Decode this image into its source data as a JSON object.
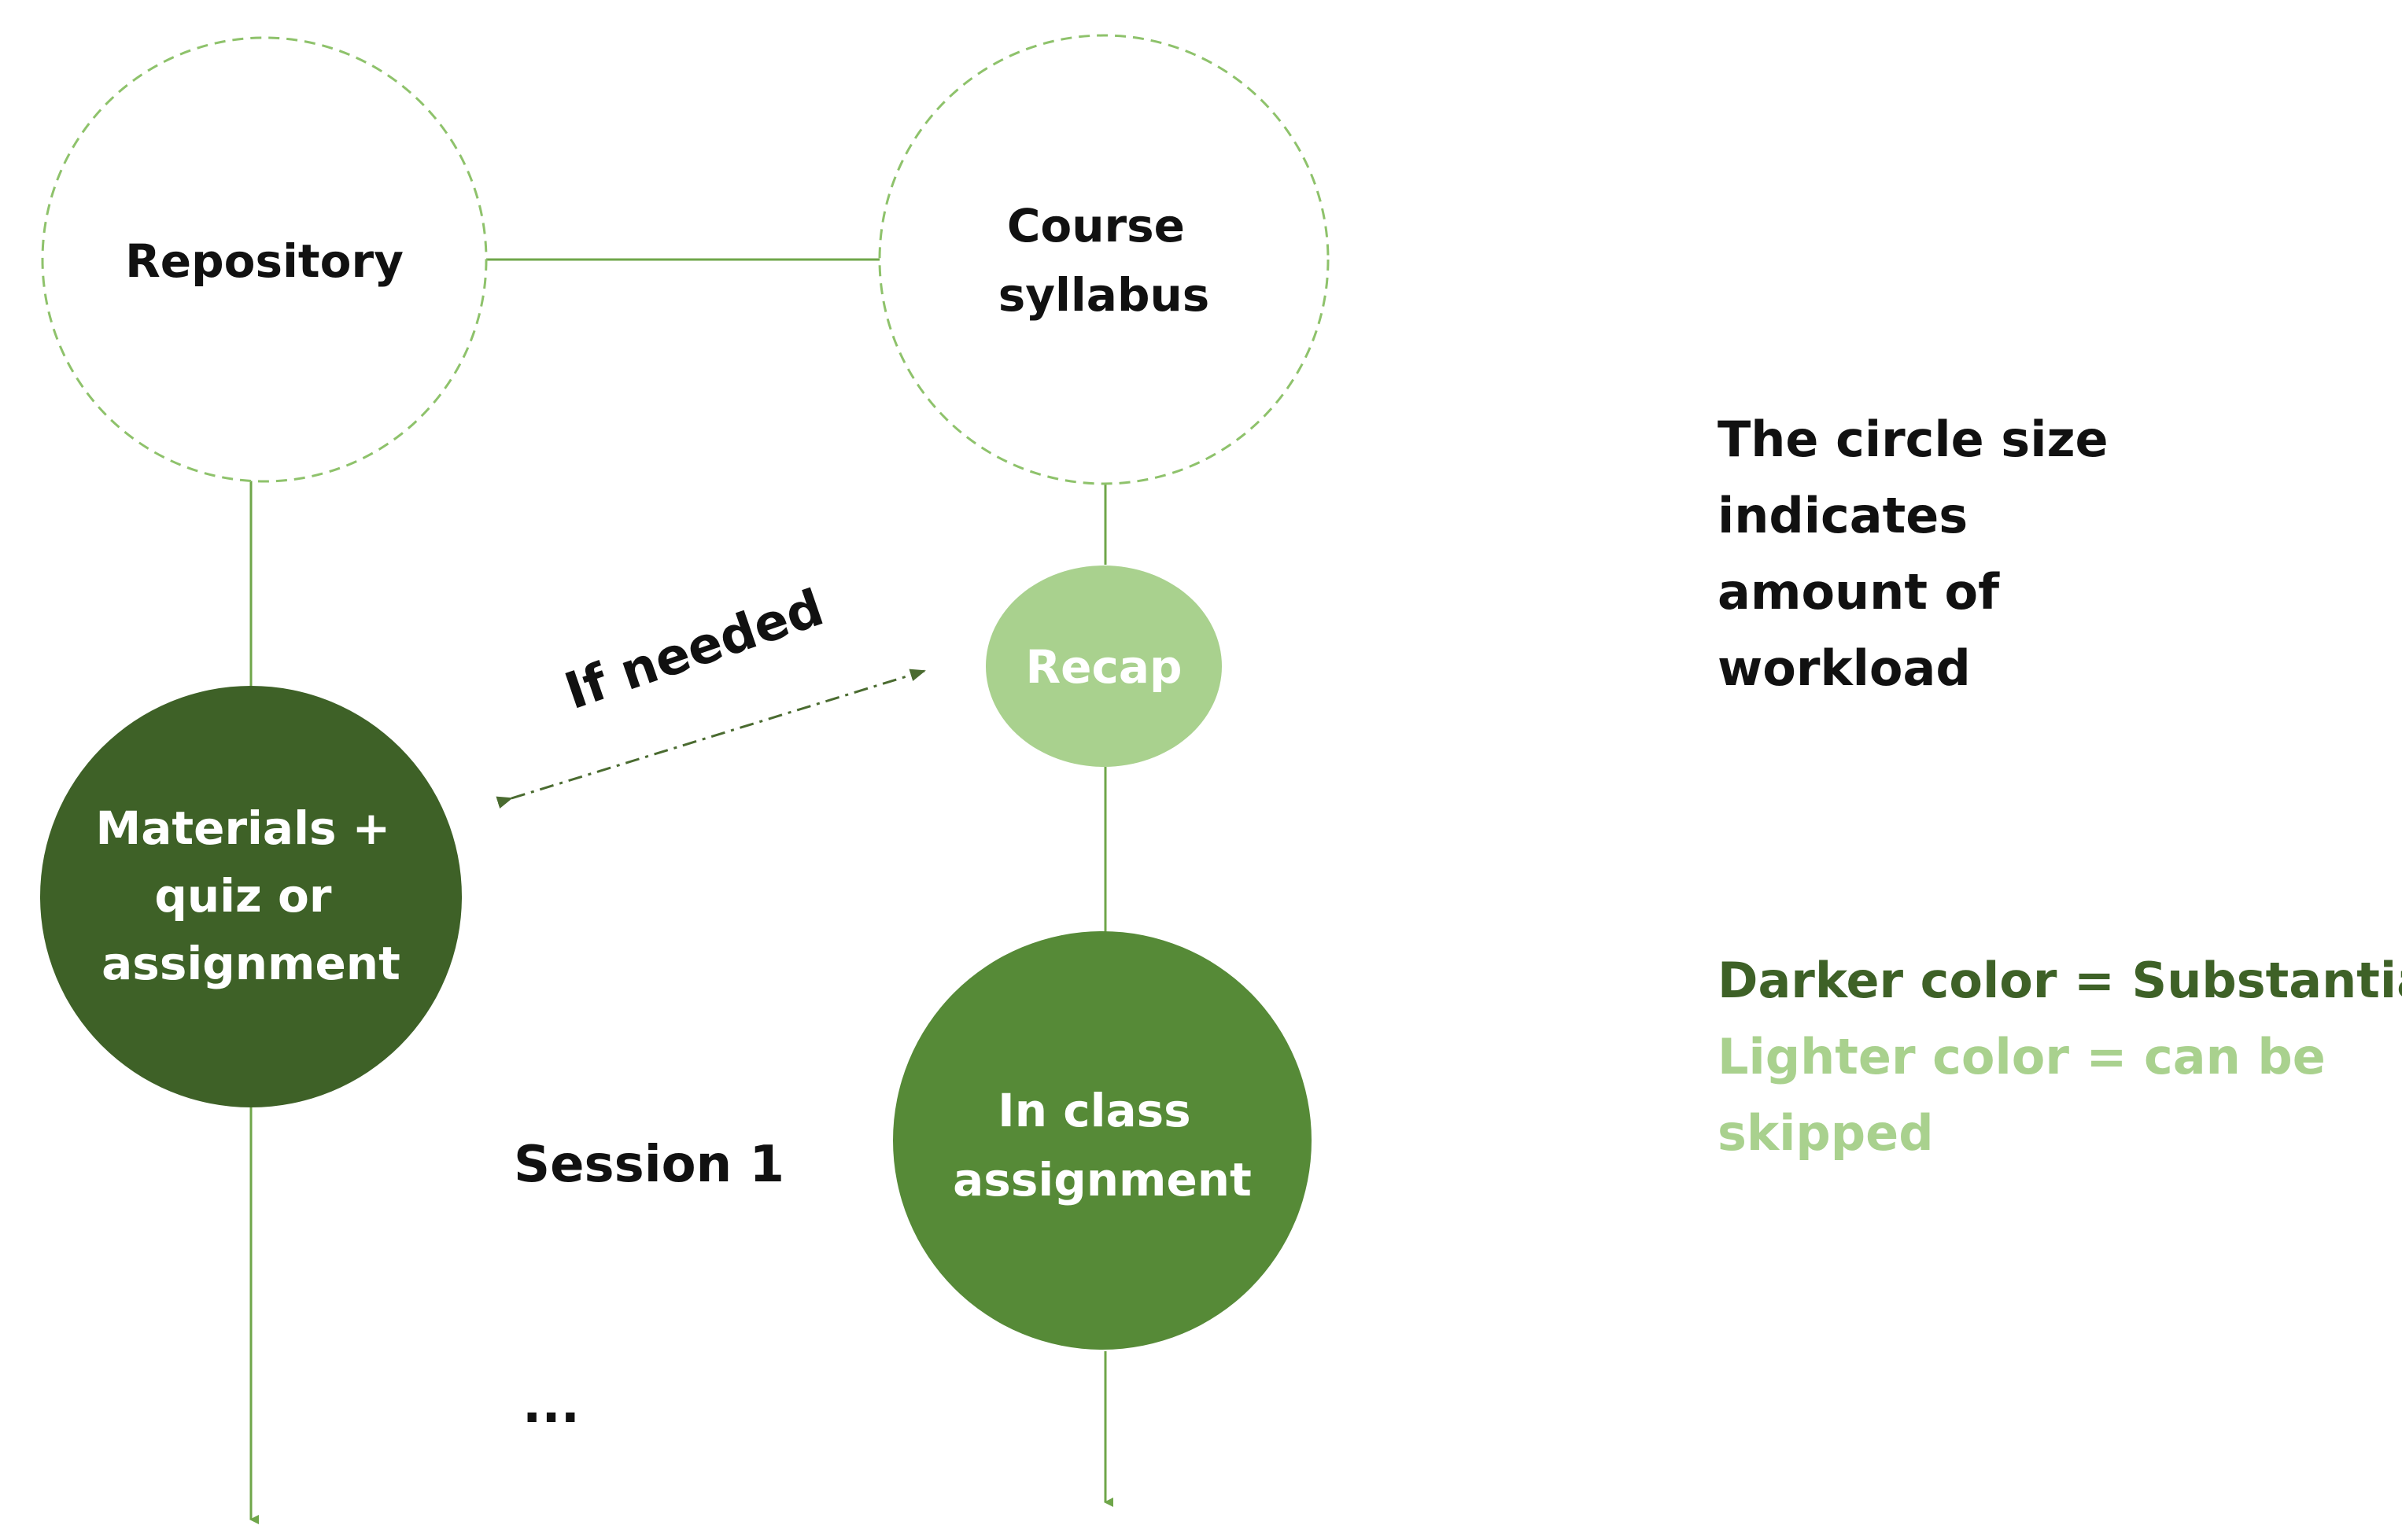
{
  "nodes": {
    "repository": {
      "label_lines": [
        "Repository"
      ]
    },
    "syllabus": {
      "label_lines": [
        "Course",
        "syllabus"
      ]
    },
    "recap": {
      "label_lines": [
        "Recap"
      ]
    },
    "materials": {
      "label_lines": [
        "Materials +",
        "quiz or",
        "assignment"
      ]
    },
    "in_class": {
      "label_lines": [
        "In class",
        "assignment"
      ]
    }
  },
  "labels": {
    "if_needed": "If needed",
    "session": "Session 1",
    "ellipsis": "..."
  },
  "legend": {
    "size_lines": [
      "The circle size",
      "indicates",
      "amount of",
      "workload"
    ],
    "darker": "Darker color = Substantial",
    "lighter_lines": [
      "Lighter color = can be",
      "skipped"
    ]
  },
  "colors": {
    "dark_green": "#3e6127",
    "medium_green": "#568a37",
    "light_green": "#a9d18e",
    "line_green": "#6fa64a",
    "dashed_outline": "#8ec26b",
    "dark_text": "#111111",
    "white_text": "#ffffff"
  }
}
